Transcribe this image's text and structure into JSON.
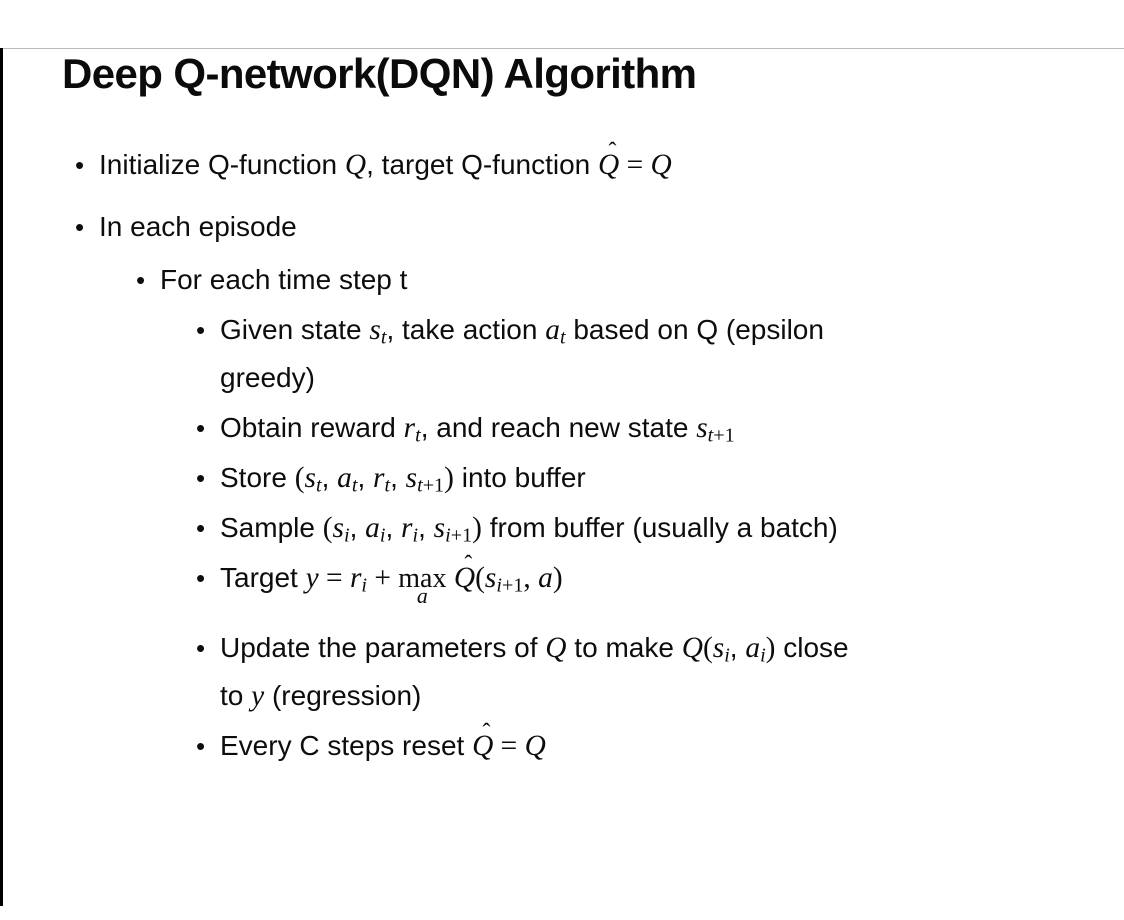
{
  "slide": {
    "title": "Deep Q-network(DQN) Algorithm",
    "bullet_marker": "•",
    "colors": {
      "background": "#ffffff",
      "text": "#0d0d0d",
      "edge_border": "#000000"
    },
    "bullets": [
      {
        "level": 1,
        "segments": [
          [
            "t",
            "Initialize Q-function "
          ],
          [
            "v",
            "Q"
          ],
          [
            "t",
            ", target Q-function "
          ],
          [
            "hat",
            "Q"
          ],
          [
            "m",
            " = "
          ],
          [
            "v",
            "Q"
          ]
        ]
      },
      {
        "level": 1,
        "segments": [
          [
            "t",
            "In each episode"
          ]
        ]
      },
      {
        "level": 2,
        "segments": [
          [
            "t",
            "For each time step t"
          ]
        ]
      },
      {
        "level": 3,
        "segments": [
          [
            "t",
            "Given state "
          ],
          [
            "v",
            "s"
          ],
          [
            "sub",
            "t"
          ],
          [
            "t",
            ", take action "
          ],
          [
            "v",
            "a"
          ],
          [
            "sub",
            "t"
          ],
          [
            "t",
            " based on Q (epsilon"
          ],
          [
            "br",
            ""
          ],
          [
            "t",
            "greedy)"
          ]
        ]
      },
      {
        "level": 3,
        "segments": [
          [
            "t",
            "Obtain reward "
          ],
          [
            "v",
            "r"
          ],
          [
            "sub",
            "t"
          ],
          [
            "t",
            ", and reach new state "
          ],
          [
            "v",
            "s"
          ],
          [
            "sub",
            "t+1"
          ]
        ]
      },
      {
        "level": 3,
        "segments": [
          [
            "t",
            "Store "
          ],
          [
            "m",
            "("
          ],
          [
            "v",
            "s"
          ],
          [
            "sub",
            "t"
          ],
          [
            "t",
            ", "
          ],
          [
            "v",
            "a"
          ],
          [
            "sub",
            "t"
          ],
          [
            "t",
            ", "
          ],
          [
            "v",
            "r"
          ],
          [
            "sub",
            "t"
          ],
          [
            "t",
            ", "
          ],
          [
            "v",
            "s"
          ],
          [
            "sub",
            "t+1"
          ],
          [
            "m",
            ")"
          ],
          [
            "t",
            " into buffer"
          ]
        ]
      },
      {
        "level": 3,
        "segments": [
          [
            "t",
            "Sample "
          ],
          [
            "m",
            "("
          ],
          [
            "v",
            "s"
          ],
          [
            "sub",
            "i"
          ],
          [
            "t",
            ", "
          ],
          [
            "v",
            "a"
          ],
          [
            "sub",
            "i"
          ],
          [
            "t",
            ", "
          ],
          [
            "v",
            "r"
          ],
          [
            "sub",
            "i"
          ],
          [
            "t",
            ", "
          ],
          [
            "v",
            "s"
          ],
          [
            "sub",
            "i+1"
          ],
          [
            "m",
            ")"
          ],
          [
            "t",
            " from buffer (usually a batch)"
          ]
        ]
      },
      {
        "level": 3,
        "extra_space_below": true,
        "segments": [
          [
            "t",
            "Target "
          ],
          [
            "v",
            "y"
          ],
          [
            "m",
            " = "
          ],
          [
            "v",
            "r"
          ],
          [
            "sub",
            "i"
          ],
          [
            "m",
            " + "
          ],
          [
            "max",
            "max|a"
          ],
          [
            "m",
            " "
          ],
          [
            "hat",
            "Q"
          ],
          [
            "m",
            "("
          ],
          [
            "v",
            "s"
          ],
          [
            "sub",
            "i+1"
          ],
          [
            "m",
            ", "
          ],
          [
            "v",
            "a"
          ],
          [
            "m",
            ")"
          ]
        ]
      },
      {
        "level": 3,
        "segments": [
          [
            "t",
            "Update the parameters of "
          ],
          [
            "v",
            "Q"
          ],
          [
            "t",
            " to make "
          ],
          [
            "v",
            "Q"
          ],
          [
            "m",
            "("
          ],
          [
            "v",
            "s"
          ],
          [
            "sub",
            "i"
          ],
          [
            "t",
            ", "
          ],
          [
            "v",
            "a"
          ],
          [
            "sub",
            "i"
          ],
          [
            "m",
            ")"
          ],
          [
            "t",
            " close"
          ],
          [
            "br",
            ""
          ],
          [
            "t",
            "to "
          ],
          [
            "v",
            "y"
          ],
          [
            "t",
            " (regression)"
          ]
        ]
      },
      {
        "level": 3,
        "segments": [
          [
            "t",
            "Every C steps reset "
          ],
          [
            "hat",
            "Q"
          ],
          [
            "m",
            " = "
          ],
          [
            "v",
            "Q"
          ]
        ]
      }
    ]
  }
}
